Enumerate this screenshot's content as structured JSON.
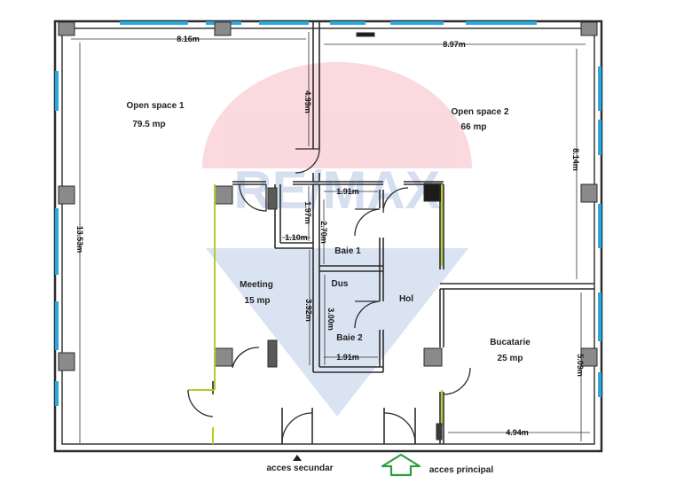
{
  "watermark": {
    "text": "RE/MAX",
    "color_red": "#e31837",
    "color_blue": "#003da5"
  },
  "rooms": {
    "open_space_1": {
      "name": "Open space 1",
      "area": "79.5 mp"
    },
    "open_space_2": {
      "name": "Open space 2",
      "area": "66 mp"
    },
    "meeting": {
      "name": "Meeting",
      "area": "15 mp"
    },
    "baie_1": {
      "name": "Baie 1"
    },
    "dus": {
      "name": "Dus"
    },
    "baie_2": {
      "name": "Baie 2"
    },
    "hol": {
      "name": "Hol"
    },
    "bucatarie": {
      "name": "Bucatarie",
      "area": "25 mp"
    }
  },
  "dimensions": {
    "os1_width": "8.16m",
    "os2_width": "8.97m",
    "os1_partition": "4.99m",
    "left_height": "13.53m",
    "os2_height": "8.14m",
    "baie_top_width": "1.91m",
    "baie_bottom_width": "1.91m",
    "corridor_197": "1.97m",
    "baie_270": "2.70m",
    "meeting_110": "1.10m",
    "meeting_392": "3.92m",
    "baie_300": "3.00m",
    "buc_height": "5.09m",
    "buc_width": "4.94m"
  },
  "entrances": {
    "secondary": "acces secundar",
    "main": "acces principal"
  },
  "colors": {
    "wall": "#2b2b2b",
    "window": "#29a8df",
    "partition_green": "#b7cc2a",
    "arrow_green": "#2e9e3e"
  }
}
